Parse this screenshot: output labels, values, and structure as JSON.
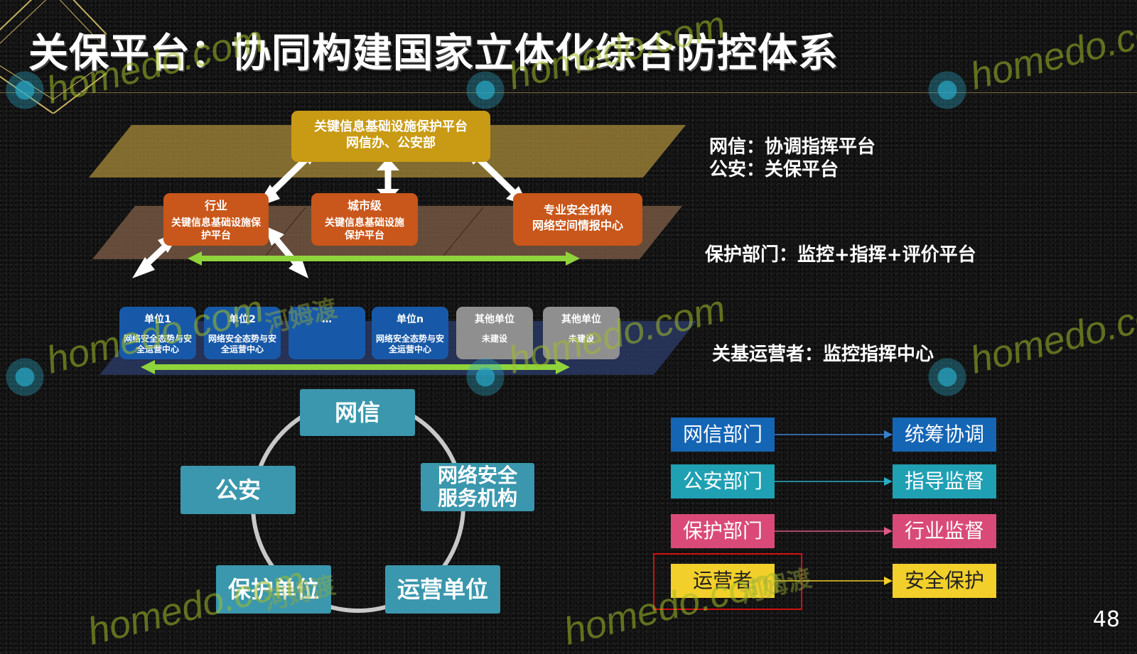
{
  "title": "关保平台：协同构建国家立体化综合防控体系",
  "page_number": "48",
  "diagram": {
    "top_platform": {
      "line1": "关键信息基础设施保护平台",
      "line2": "网信办、公安部"
    },
    "mid": [
      {
        "line1": "行业",
        "line2": "关键信息基础设施保护平台"
      },
      {
        "line1": "城市级",
        "line2": "关键信息基础设施保护平台"
      },
      {
        "line1": "专业安全机构",
        "line2": "网络空间情报中心"
      }
    ],
    "units": [
      {
        "line1": "单位1",
        "line2": "网络安全态势与安全运营中心",
        "kind": "blue"
      },
      {
        "line1": "单位2",
        "line2": "网络安全态势与安全运营中心",
        "kind": "blue"
      },
      {
        "line1": "…",
        "line2": "",
        "kind": "blue"
      },
      {
        "line1": "单位n",
        "line2": "网络安全态势与安全运营中心",
        "kind": "blue"
      },
      {
        "line1": "其他单位",
        "line2": "未建设",
        "kind": "gray"
      },
      {
        "line1": "其他单位",
        "line2": "未建设",
        "kind": "gray"
      }
    ],
    "colors": {
      "top_layer": "#a88a3a",
      "mid_layer": "#7a5a44",
      "unit_layer": "#2b3a66",
      "arrow": "#ffffff",
      "green_arrow": "#8fd43a"
    }
  },
  "side_labels": {
    "line1": "网信：协调指挥平台",
    "line2": "公安：关保平台",
    "line3": "保护部门：监控+指挥+评价平台",
    "line4": "关基运营者：监控指挥中心"
  },
  "circle": {
    "nodes": [
      "网信",
      "网络安全服务机构",
      "运营单位",
      "保护单位",
      "公安"
    ],
    "node_color": "#3a97ad",
    "ring_color": "#c8c8c8"
  },
  "roles": [
    {
      "left": "网信部门",
      "right": "统筹协调",
      "color": "#1565b5",
      "text": "#ffffff",
      "arrow": "#3a7fd0"
    },
    {
      "left": "公安部门",
      "right": "指导监督",
      "color": "#1fa0b3",
      "text": "#ffffff",
      "arrow": "#27b0c4"
    },
    {
      "left": "保护部门",
      "right": "行业监督",
      "color": "#d94a78",
      "text": "#ffffff",
      "arrow": "#e05a85"
    },
    {
      "left": "运营者",
      "right": "安全保护",
      "color": "#f2cf2a",
      "text": "#222222",
      "arrow": "#f2cf2a"
    }
  ],
  "highlight_color": "#d01010",
  "watermark": {
    "text": "homedo.com",
    "cn": "河姆渡"
  }
}
